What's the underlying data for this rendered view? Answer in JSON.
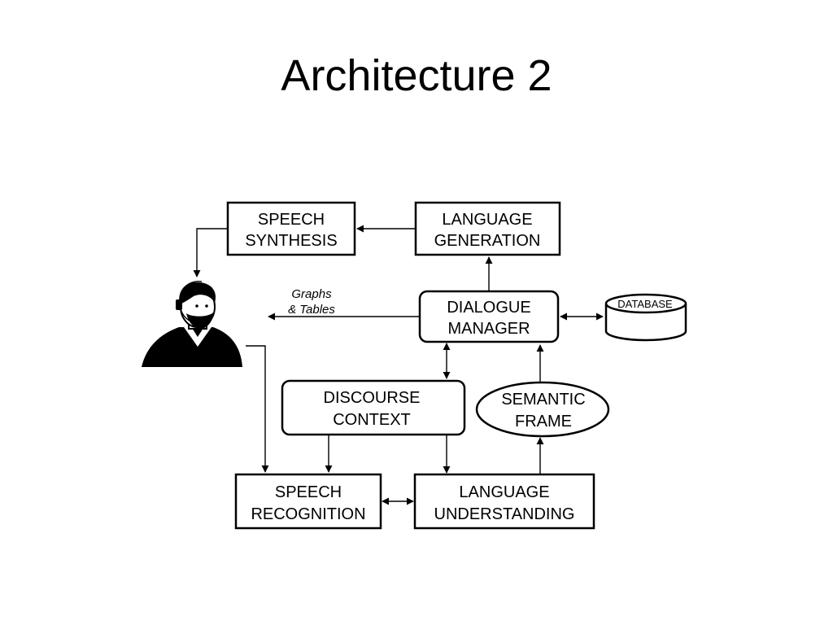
{
  "title": "Architecture 2",
  "nodes": {
    "speech_synthesis": [
      "SPEECH",
      "SYNTHESIS"
    ],
    "language_generation": [
      "LANGUAGE",
      "GENERATION"
    ],
    "dialogue_manager": [
      "DIALOGUE",
      "MANAGER"
    ],
    "database": "DATABASE",
    "discourse_context": [
      "DISCOURSE",
      "CONTEXT"
    ],
    "semantic_frame": [
      "SEMANTIC",
      "FRAME"
    ],
    "speech_recognition": [
      "SPEECH",
      "RECOGNITION"
    ],
    "language_understanding": [
      "LANGUAGE",
      "UNDERSTANDING"
    ]
  },
  "annotations": {
    "graphs_tables": [
      "Graphs",
      "& Tables"
    ]
  },
  "icons": {
    "user": "user-with-headset-icon"
  }
}
